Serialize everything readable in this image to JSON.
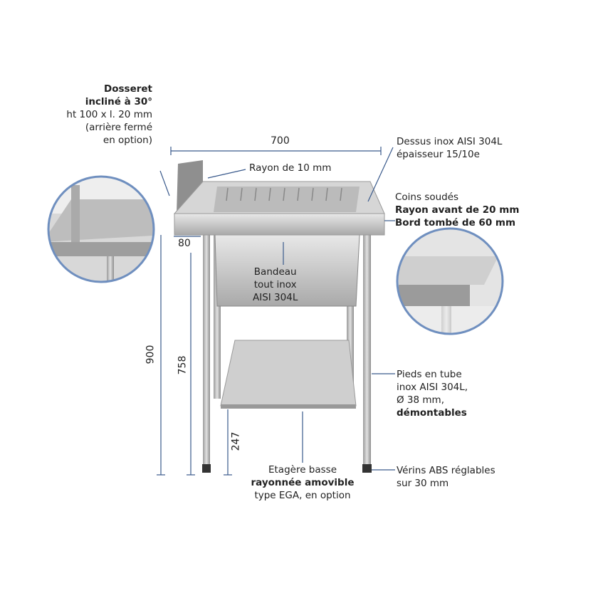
{
  "dimensions": {
    "width": "700",
    "height": "900",
    "leg_height": "758",
    "shelf_height": "247",
    "edge": "80"
  },
  "labels": {
    "dosseret": [
      "Dosseret",
      "incliné à 30°",
      "ht 100 x l. 20 mm",
      "(arrière fermé",
      "en option)"
    ],
    "rayon": "Rayon de 10 mm",
    "dessus": [
      "Dessus inox AISI 304L",
      "épaisseur 15/10e"
    ],
    "coins": [
      "Coins soudés",
      "Rayon avant de 20 mm",
      "Bord tombé de 60 mm"
    ],
    "bandeau": [
      "Bandeau",
      "tout inox",
      "AISI 304L"
    ],
    "pieds": [
      "Pieds en tube",
      "inox AISI 304L,",
      "Ø 38 mm,",
      "démontables"
    ],
    "verins": [
      "Vérins ABS réglables",
      "sur 30 mm"
    ],
    "etagere": [
      "Etagère basse",
      "rayonnée amovible",
      "type EGA, en option"
    ]
  },
  "colors": {
    "line": "#3a5a8c",
    "steel": "#c9c9c9",
    "circle_border": "#6f8fbf"
  }
}
